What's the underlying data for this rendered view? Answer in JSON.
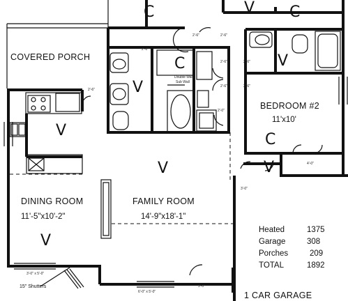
{
  "rooms": {
    "covered_porch": "COVERED PORCH",
    "bedroom2": "BEDROOM #2",
    "bedroom2_size": "11'x10'",
    "dining_room": "DINING ROOM",
    "dining_room_size": "11'-5\"x10'-2\"",
    "family_room": "FAMILY ROOM",
    "family_room_size": "14'-9\"x18'-1\"",
    "garage": "1 CAR GARAGE"
  },
  "fixtures": {
    "double_wall": "Double Wall",
    "sub_wall": "Sub Wall"
  },
  "notes": {
    "shutters": "15\" Shutters"
  },
  "dimensions": {
    "d1": "2'-6\"",
    "d2": "2'-6\"",
    "d3": "2'-6\"",
    "d4": "2'-6\"",
    "d5": "2'-6\"",
    "d6": "2'-6\"",
    "d7": "2'-6\"",
    "d8": "2'-0\"",
    "d9": "4'-0\"",
    "d10": "2'-6\"",
    "d11": "3'-0\"",
    "d12": "3'-0\"",
    "d13": "6'-0\" x 5'-0\"",
    "d14": "3'-0\" x 5'-0\""
  },
  "marks": {
    "c": "C",
    "v": "V"
  },
  "totals": [
    {
      "label": "Heated",
      "value": "1375"
    },
    {
      "label": "Garage",
      "value": "308"
    },
    {
      "label": "Porches",
      "value": "209"
    },
    {
      "label": "TOTAL",
      "value": "1892"
    }
  ]
}
